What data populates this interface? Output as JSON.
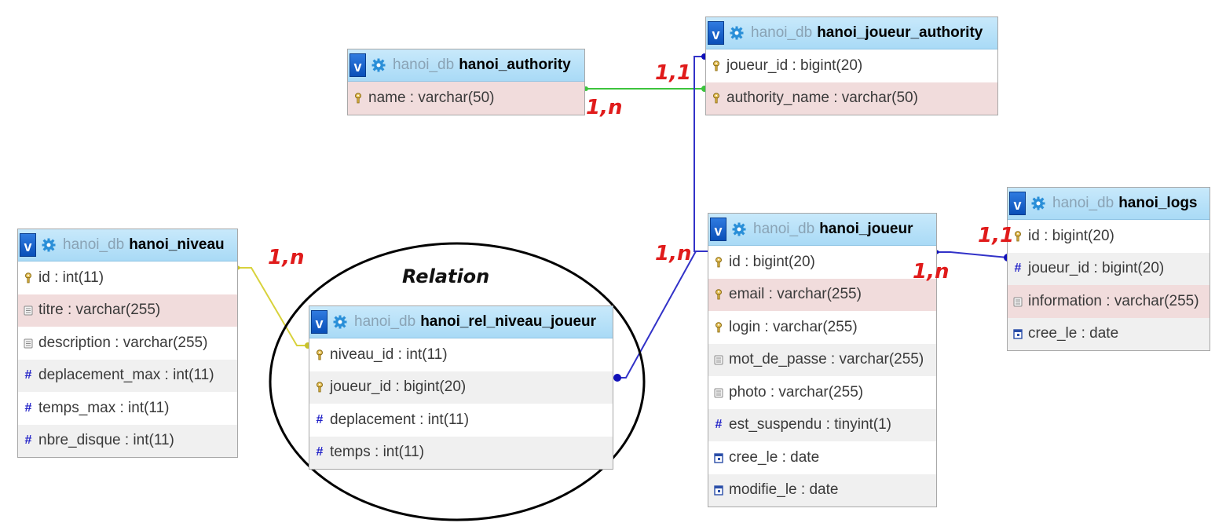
{
  "database": "hanoi_db",
  "relation_label": "Relation",
  "tables": [
    {
      "id": "hanoi_niveau",
      "db": "hanoi_db",
      "name": "hanoi_niveau",
      "fields": [
        {
          "text": "id : int(11)",
          "icon": "key-icon",
          "bg": "white"
        },
        {
          "text": "titre : varchar(255)",
          "icon": "text-field-icon",
          "bg": "pink"
        },
        {
          "text": "description : varchar(255)",
          "icon": "text-field-icon",
          "bg": "white"
        },
        {
          "text": "deplacement_max : int(11)",
          "icon": "hash-icon",
          "bg": "gray"
        },
        {
          "text": "temps_max : int(11)",
          "icon": "hash-icon",
          "bg": "white"
        },
        {
          "text": "nbre_disque : int(11)",
          "icon": "hash-icon",
          "bg": "gray"
        }
      ]
    },
    {
      "id": "hanoi_authority",
      "db": "hanoi_db",
      "name": "hanoi_authority",
      "fields": [
        {
          "text": "name : varchar(50)",
          "icon": "key-icon",
          "bg": "pink"
        }
      ]
    },
    {
      "id": "hanoi_joueur_authority",
      "db": "hanoi_db",
      "name": "hanoi_joueur_authority",
      "fields": [
        {
          "text": "joueur_id : bigint(20)",
          "icon": "key-icon",
          "bg": "white"
        },
        {
          "text": "authority_name : varchar(50)",
          "icon": "key-icon",
          "bg": "pink"
        }
      ]
    },
    {
      "id": "hanoi_rel_niveau_joueur",
      "db": "hanoi_db",
      "name": "hanoi_rel_niveau_joueur",
      "fields": [
        {
          "text": "niveau_id : int(11)",
          "icon": "key-icon",
          "bg": "white"
        },
        {
          "text": "joueur_id : bigint(20)",
          "icon": "key-icon",
          "bg": "gray"
        },
        {
          "text": "deplacement : int(11)",
          "icon": "hash-icon",
          "bg": "white"
        },
        {
          "text": "temps : int(11)",
          "icon": "hash-icon",
          "bg": "gray"
        }
      ]
    },
    {
      "id": "hanoi_joueur",
      "db": "hanoi_db",
      "name": "hanoi_joueur",
      "fields": [
        {
          "text": "id : bigint(20)",
          "icon": "key-icon",
          "bg": "white"
        },
        {
          "text": "email : varchar(255)",
          "icon": "key-icon",
          "bg": "pink"
        },
        {
          "text": "login : varchar(255)",
          "icon": "key-icon",
          "bg": "white"
        },
        {
          "text": "mot_de_passe : varchar(255)",
          "icon": "text-field-icon",
          "bg": "gray"
        },
        {
          "text": "photo : varchar(255)",
          "icon": "text-field-icon",
          "bg": "white"
        },
        {
          "text": "est_suspendu : tinyint(1)",
          "icon": "hash-icon",
          "bg": "gray"
        },
        {
          "text": "cree_le : date",
          "icon": "date-icon",
          "bg": "white"
        },
        {
          "text": "modifie_le : date",
          "icon": "date-icon",
          "bg": "gray"
        }
      ]
    },
    {
      "id": "hanoi_logs",
      "db": "hanoi_db",
      "name": "hanoi_logs",
      "fields": [
        {
          "text": "id : bigint(20)",
          "icon": "key-icon",
          "bg": "white"
        },
        {
          "text": "joueur_id : bigint(20)",
          "icon": "hash-icon",
          "bg": "gray"
        },
        {
          "text": "information : varchar(255)",
          "icon": "text-field-icon",
          "bg": "pink"
        },
        {
          "text": "cree_le : date",
          "icon": "date-icon",
          "bg": "gray"
        }
      ]
    }
  ],
  "cardinalities": [
    {
      "id": "authority-joueur-authority-a",
      "text": "1,1"
    },
    {
      "id": "authority-joueur-authority-b",
      "text": "1,n"
    },
    {
      "id": "niveau-rel",
      "text": "1,n"
    },
    {
      "id": "joueur-rel",
      "text": "1,n"
    },
    {
      "id": "logs-a",
      "text": "1,1"
    },
    {
      "id": "logs-b",
      "text": "1,n"
    }
  ],
  "colors": {
    "link_green": "#3cc43c",
    "link_blue": "#3232c8",
    "link_yellow": "#d8d23c",
    "cardinality_red": "#e01b1b"
  }
}
